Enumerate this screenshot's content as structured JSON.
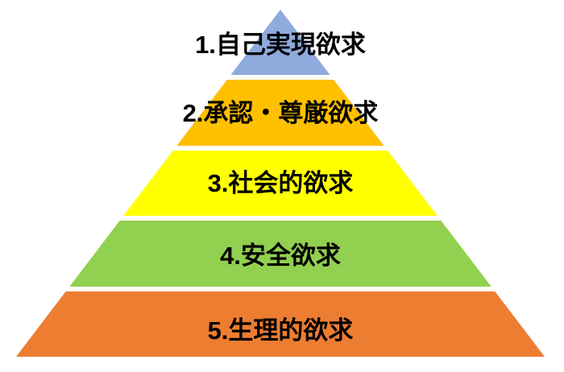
{
  "diagram": {
    "type": "pyramid",
    "background_color": "#ffffff",
    "text_color": "#000000",
    "levels": [
      {
        "label": "1.自己実現欲求",
        "color": "#8faadc"
      },
      {
        "label": "2.承認・尊厳欲求",
        "color": "#ffc000"
      },
      {
        "label": "3.社会的欲求",
        "color": "#ffff00"
      },
      {
        "label": "4.安全欲求",
        "color": "#92d050"
      },
      {
        "label": "5.生理的欲求",
        "color": "#ed7d31"
      }
    ]
  }
}
